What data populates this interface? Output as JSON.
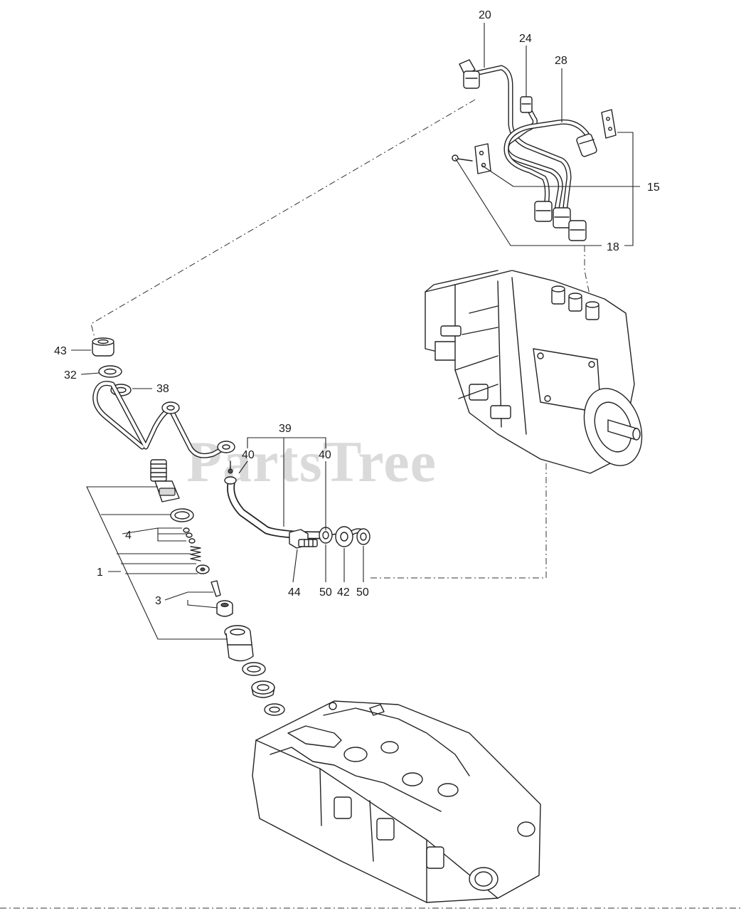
{
  "watermark": "PartsTree",
  "callouts": {
    "p20": "20",
    "p24": "24",
    "p28": "28",
    "p15": "15",
    "p18": "18",
    "p43": "43",
    "p32": "32",
    "p38": "38",
    "p39": "39",
    "p40a": "40",
    "p40b": "40",
    "p4": "4",
    "p1": "1",
    "p3": "3",
    "p44": "44",
    "p50a": "50",
    "p42": "42",
    "p50b": "50"
  }
}
